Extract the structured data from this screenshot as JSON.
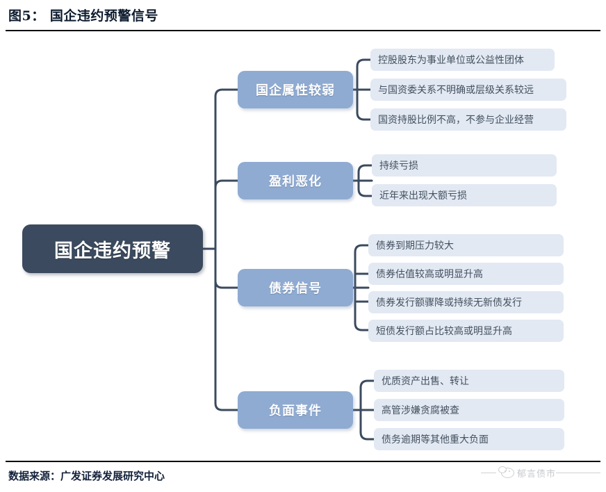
{
  "header": {
    "figure_label": "图5：",
    "title": "国企违约预警信号",
    "full_title": "图5： 国企违约预警信号"
  },
  "footer": {
    "source": "数据来源：广发证券发展研究中心",
    "watermark": "郁言债市",
    "watermark_icon": "wechat-bubble-icon"
  },
  "colors": {
    "root_node": "#3b4a5e",
    "branch_node": "#8fabd2",
    "leaf_node": "#e2e9f3",
    "leaf_text": "#43505f",
    "connector": "#3b4a5e",
    "rule": "#000000"
  },
  "diagram": {
    "type": "mindmap",
    "root": {
      "label": "国企违约预警"
    },
    "branches": [
      {
        "label": "国企属性较弱",
        "leaves": [
          "控股股东为事业单位或公益性团体",
          "与国资委关系不明确或层级关系较远",
          "国资持股比例不高，不参与企业经营"
        ]
      },
      {
        "label": "盈利恶化",
        "leaves": [
          "持续亏损",
          "近年来出现大额亏损"
        ]
      },
      {
        "label": "债券信号",
        "leaves": [
          "债券到期压力较大",
          "债券估值较高或明显升高",
          "债券发行额骤降或持续无新债发行",
          "短债发行额占比较高或明显升高"
        ]
      },
      {
        "label": "负面事件",
        "leaves": [
          "优质资产出售、转让",
          "高管涉嫌贪腐被查",
          "债务逾期等其他重大负面"
        ]
      }
    ]
  }
}
